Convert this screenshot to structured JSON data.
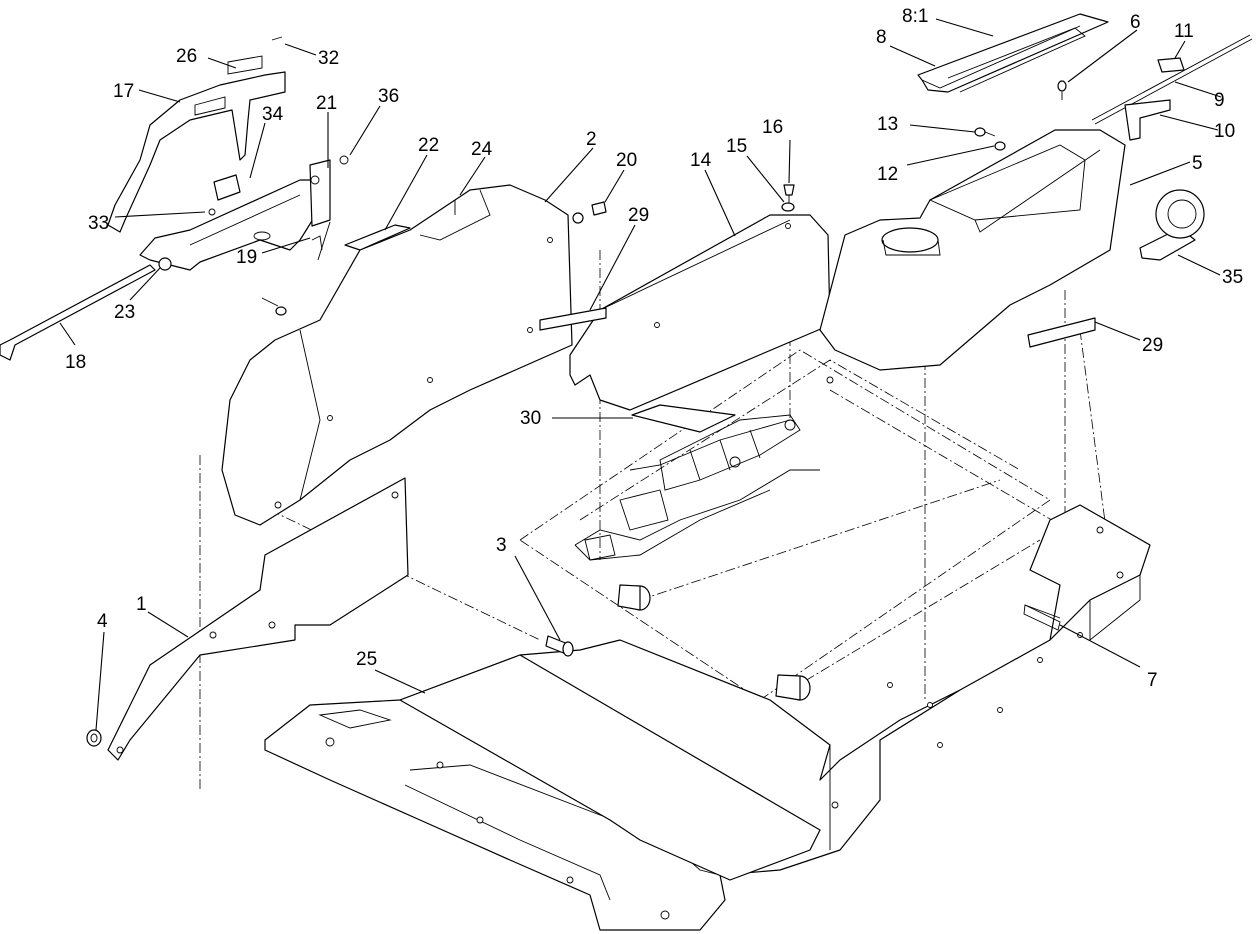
{
  "callouts": [
    {
      "id": "c26",
      "text": "26"
    },
    {
      "id": "c32",
      "text": "32"
    },
    {
      "id": "c17",
      "text": "17"
    },
    {
      "id": "c21",
      "text": "21"
    },
    {
      "id": "c36",
      "text": "36"
    },
    {
      "id": "c34",
      "text": "34"
    },
    {
      "id": "c22",
      "text": "22"
    },
    {
      "id": "c24",
      "text": "24"
    },
    {
      "id": "c2",
      "text": "2"
    },
    {
      "id": "c20",
      "text": "20"
    },
    {
      "id": "c29a",
      "text": "29"
    },
    {
      "id": "c14",
      "text": "14"
    },
    {
      "id": "c15",
      "text": "15"
    },
    {
      "id": "c16",
      "text": "16"
    },
    {
      "id": "c81",
      "text": "8:1"
    },
    {
      "id": "c8",
      "text": "8"
    },
    {
      "id": "c6",
      "text": "6"
    },
    {
      "id": "c11",
      "text": "11"
    },
    {
      "id": "c9",
      "text": "9"
    },
    {
      "id": "c10",
      "text": "10"
    },
    {
      "id": "c13",
      "text": "13"
    },
    {
      "id": "c12",
      "text": "12"
    },
    {
      "id": "c5",
      "text": "5"
    },
    {
      "id": "c35",
      "text": "35"
    },
    {
      "id": "c29b",
      "text": "29"
    },
    {
      "id": "c33",
      "text": "33"
    },
    {
      "id": "c23",
      "text": "23"
    },
    {
      "id": "c19",
      "text": "19"
    },
    {
      "id": "c18",
      "text": "18"
    },
    {
      "id": "c30",
      "text": "30"
    },
    {
      "id": "c3",
      "text": "3"
    },
    {
      "id": "c1",
      "text": "1"
    },
    {
      "id": "c4",
      "text": "4"
    },
    {
      "id": "c25",
      "text": "25"
    },
    {
      "id": "c7",
      "text": "7"
    }
  ]
}
